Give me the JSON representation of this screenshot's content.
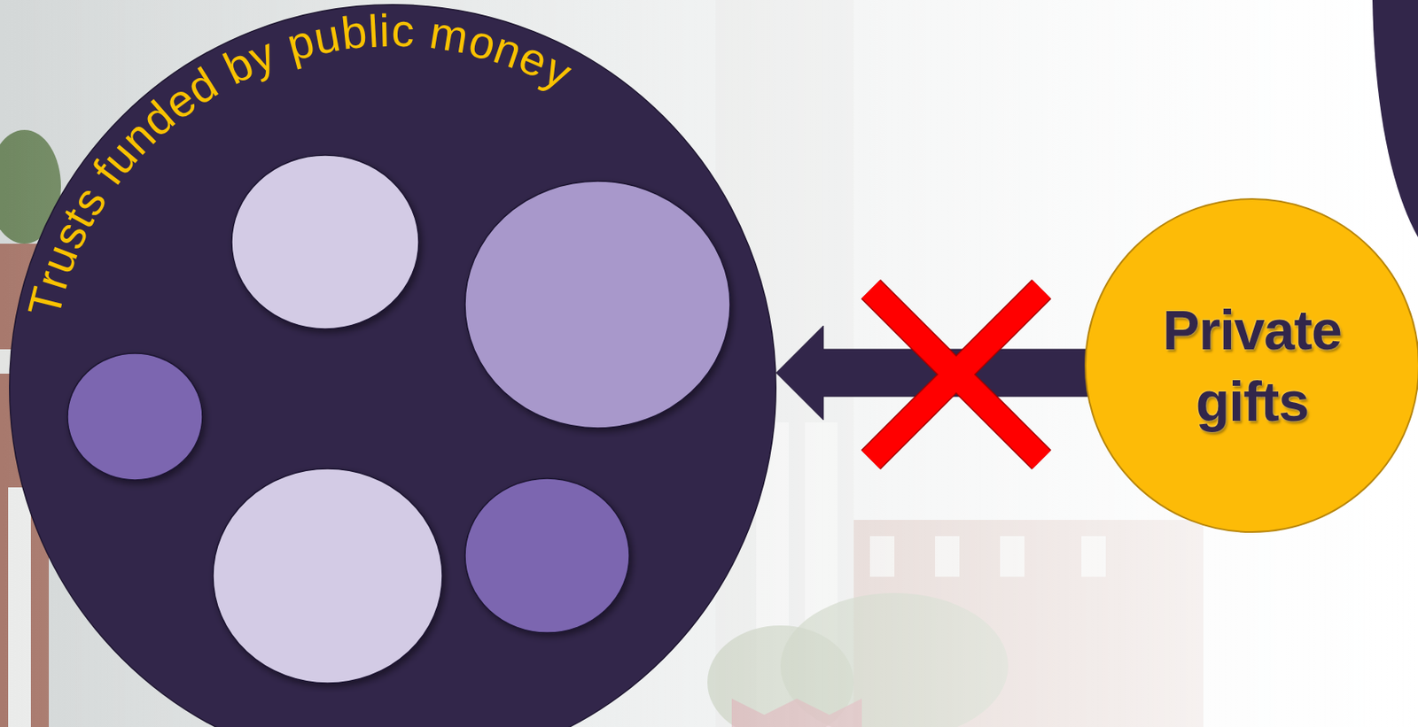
{
  "diagram": {
    "nodes": [
      {
        "text": [
          "Trusts funded by public money"
        ]
      },
      {
        "text": [
          "Private gifts"
        ]
      }
    ],
    "edges": [
      {
        "from": 1,
        "to": 0,
        "arrow": "to"
      }
    ]
  }
}
